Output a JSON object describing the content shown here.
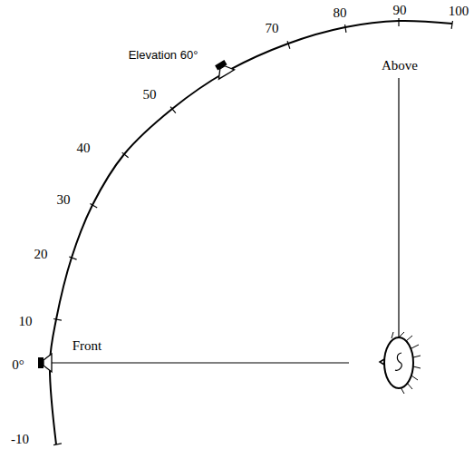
{
  "diagram": {
    "labels": [
      "0°",
      "-10",
      "10",
      "20",
      "30",
      "40",
      "50",
      "Elevation 60°",
      "70",
      "80",
      "90",
      "100",
      "Front",
      "Above"
    ]
  }
}
